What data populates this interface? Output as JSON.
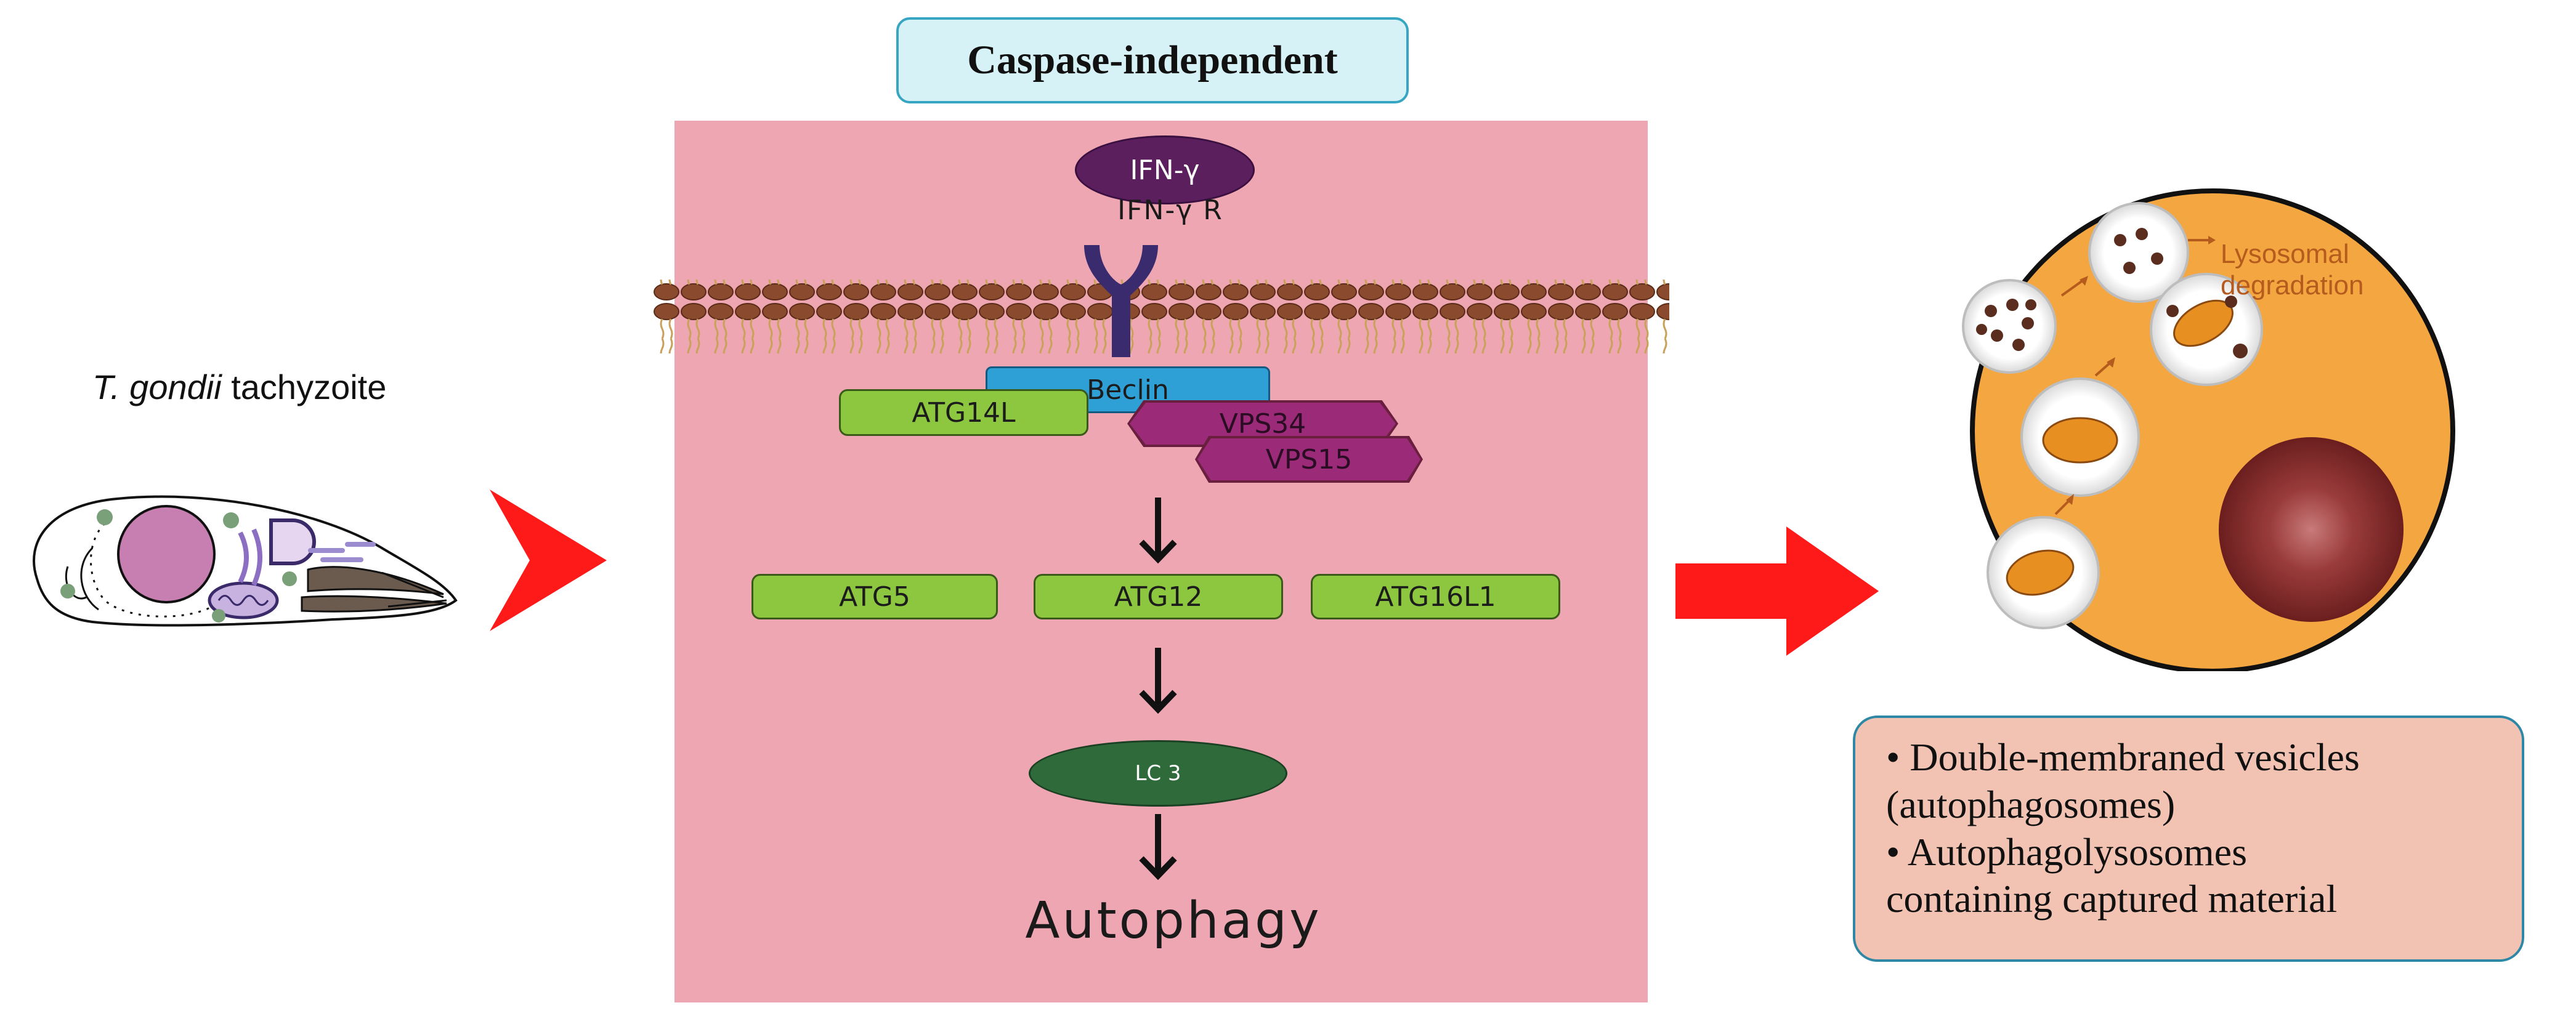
{
  "title": "Caspase-independent",
  "parasite": {
    "name_italic": "T. gondii",
    "name_rest": " tachyzoite"
  },
  "pathway": {
    "ligand": "IFN-γ",
    "receptor": "IFN-γ R",
    "complex": {
      "beclin": "Beclin",
      "atg14l": "ATG14L",
      "vps34": "VPS34",
      "vps15": "VPS15"
    },
    "conjugation": [
      "ATG5",
      "ATG12",
      "ATG16L1"
    ],
    "lc3": "LC 3",
    "outcome": "Autophagy"
  },
  "cell": {
    "lysosomal_label_line1": "Lysosomal",
    "lysosomal_label_line2": "degradation"
  },
  "info": {
    "line1": "• Double-membraned vesicles",
    "line2": "(autophagosomes)",
    "line3": "• Autophagolysosomes",
    "line4": "containing captured material"
  },
  "colors": {
    "panel": "#eea7b2",
    "cell": "#f4a640",
    "arrow": "#ff1a1a",
    "green": "#8dc63f",
    "beclin": "#2fa0d6",
    "vps": "#9b2a79"
  }
}
